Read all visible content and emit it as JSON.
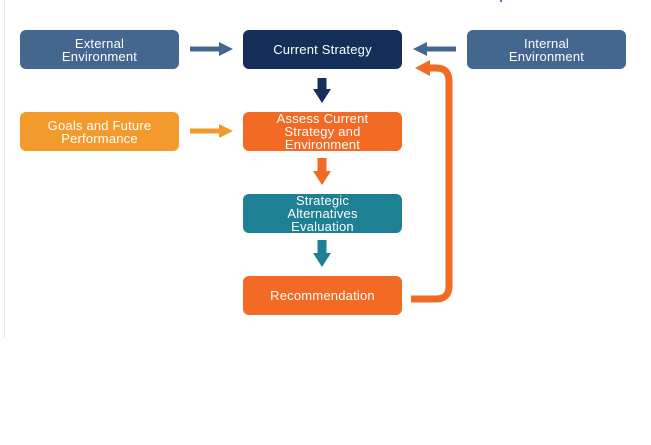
{
  "colors": {
    "steel_blue": "#44678f",
    "navy": "#14305a",
    "light_orange": "#f39a2c",
    "orange": "#f26a24",
    "teal": "#1e8095",
    "accent_blue": "#3d7fc4"
  },
  "nodes": {
    "external_environment": "External\nEnvironment",
    "current_strategy": "Current Strategy",
    "internal_environment": "Internal\nEnvironment",
    "goals_future_performance": "Goals and Future\nPerformance",
    "assess_current_strategy": "Assess Current\nStrategy and\nEnvironment",
    "strategic_alternatives": "Strategic\nAlternatives\nEvaluation",
    "recommendation": "Recommendation"
  }
}
